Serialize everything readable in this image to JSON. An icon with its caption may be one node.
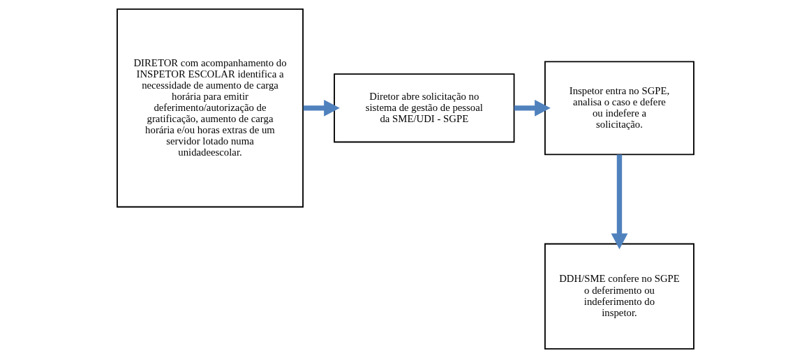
{
  "diagram": {
    "nodes": [
      {
        "text": [
          "DIRETOR com acompanhamento do INSPETOR ESCOLAR identifica a necessidade de aumento de carga horária para emitir deferimento/autorização de gratificação, aumento de carga horária e/ou horas extras de um servidor lotado numa unidadeescolar."
        ]
      },
      {
        "text": [
          "Diretor abre solicitação no sistema de gestão de pessoal da SME/UDI - SGPE"
        ]
      },
      {
        "text": [
          "Inspetor entra no SGPE, analisa o caso e defere ou indefere a solicitação."
        ]
      },
      {
        "text": [
          "DDH/SME confere no SGPE o deferimento ou indeferimento do inspetor."
        ]
      }
    ],
    "edges": [
      {
        "from": 0,
        "to": 1,
        "arrow": "to"
      },
      {
        "from": 1,
        "to": 2,
        "arrow": "to"
      },
      {
        "from": 2,
        "to": 3,
        "arrow": "to"
      }
    ]
  }
}
